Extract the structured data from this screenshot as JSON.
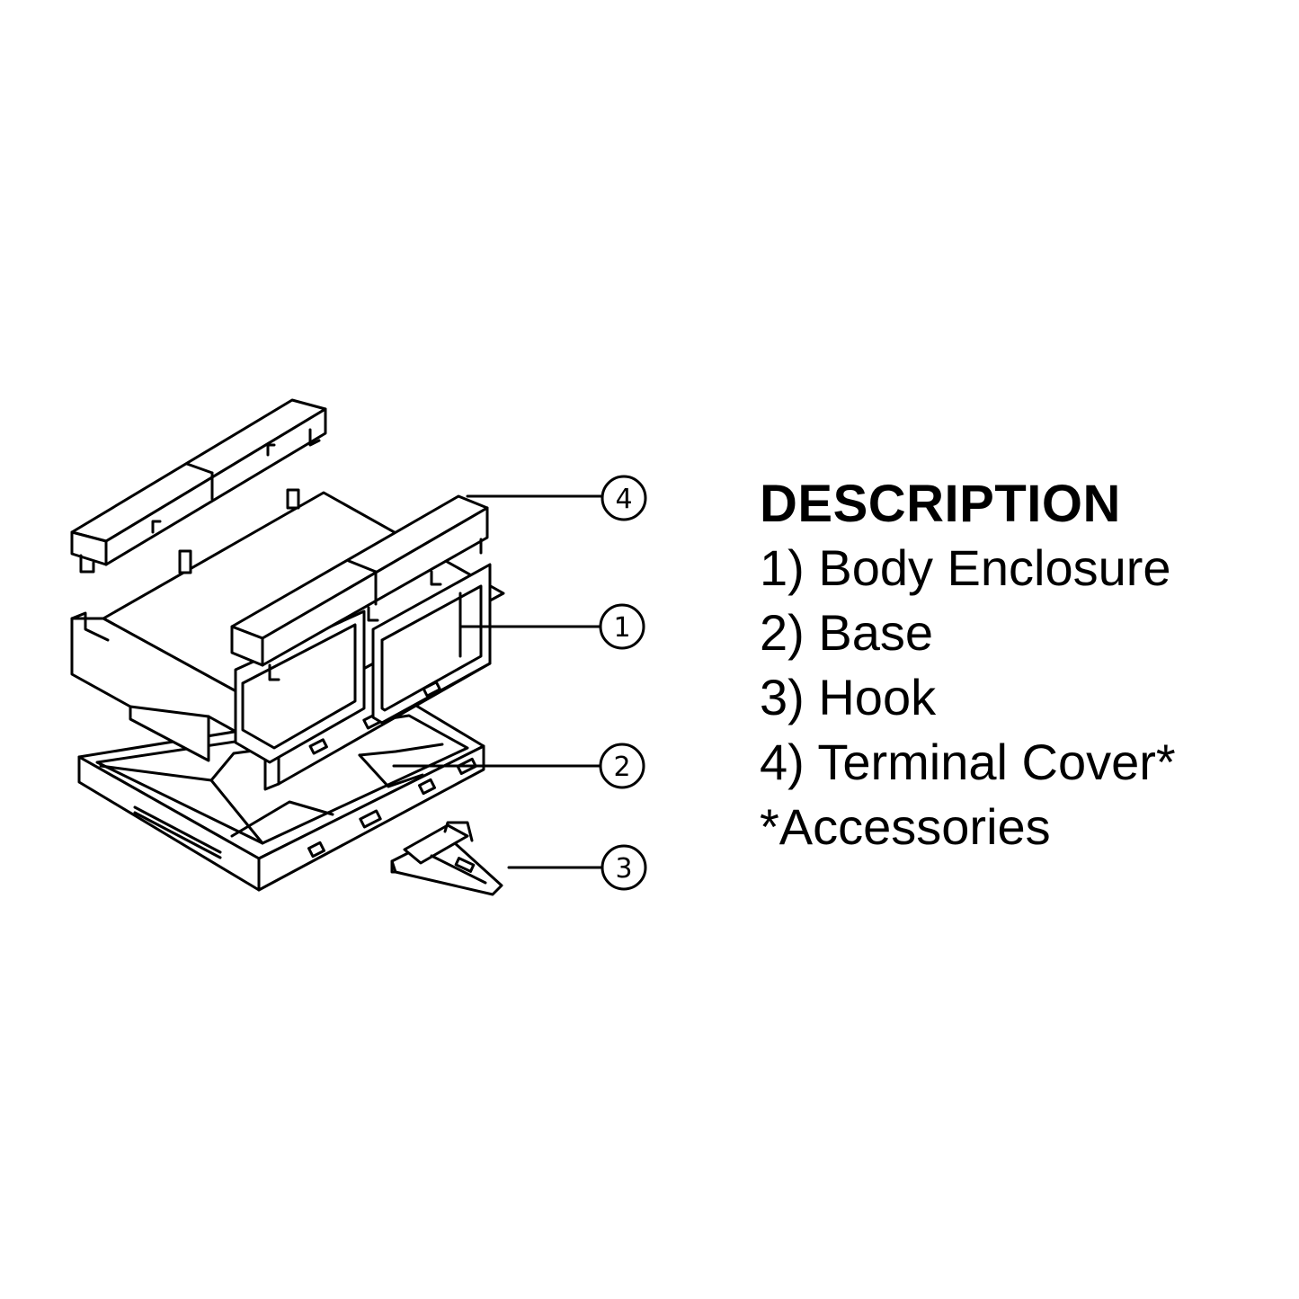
{
  "description": {
    "title": "DESCRIPTION",
    "items": [
      "1) Body Enclosure",
      "2) Base",
      "3) Hook",
      "4) Terminal Cover*",
      "*Accessories"
    ]
  },
  "callouts": [
    {
      "number": "1",
      "part": "Body Enclosure"
    },
    {
      "number": "2",
      "part": "Base"
    },
    {
      "number": "3",
      "part": "Hook"
    },
    {
      "number": "4",
      "part": "Terminal Cover"
    }
  ],
  "colors": {
    "line": "#000000",
    "background": "#ffffff"
  }
}
